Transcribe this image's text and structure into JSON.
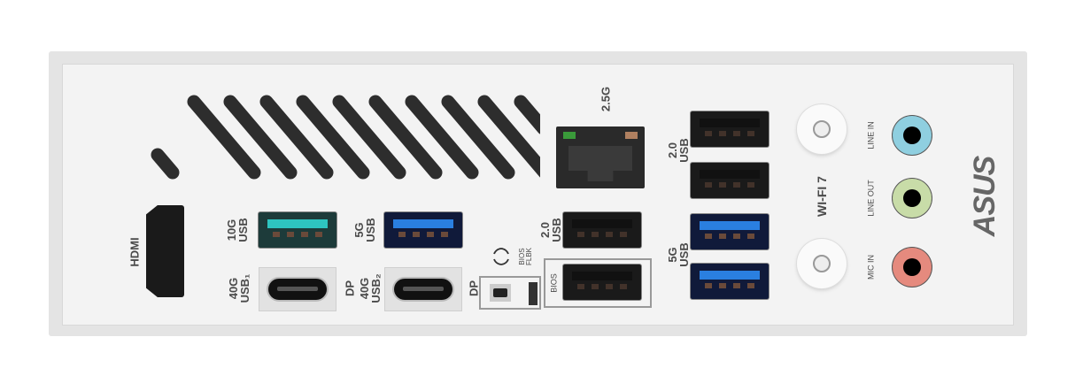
{
  "labels": {
    "hdmi": "HDMI",
    "usb10g": [
      "10G",
      "USB"
    ],
    "usb5g_top": [
      "5G",
      "USB"
    ],
    "usb40g_1": [
      "40G",
      "USB₁"
    ],
    "dp1": "DP",
    "usb40g_2": [
      "40G",
      "USB₂"
    ],
    "dp2": "DP",
    "bios_flbk": [
      "BIOS",
      "FLBK"
    ],
    "usb20_mid": [
      "2.0",
      "USB"
    ],
    "bios": "BIOS",
    "lan": "2.5G",
    "usb20_right": [
      "2.0",
      "USB"
    ],
    "usb5g_right": [
      "5G",
      "USB"
    ],
    "wifi": "WI-FI 7",
    "line_in": "LINE IN",
    "line_out": "LINE OUT",
    "mic_in": "MIC IN"
  },
  "logo": "ASUS",
  "colors": {
    "usb10g": "#2ec4c0",
    "usb5g": "#2a7fe0",
    "line_in": "#8fcfe0",
    "line_out": "#c8dca8",
    "mic_in": "#e58a7e",
    "lan_led_left": "#3a9a3a",
    "lan_led_right": "#b08060"
  },
  "icons": [
    "refresh-icon"
  ]
}
